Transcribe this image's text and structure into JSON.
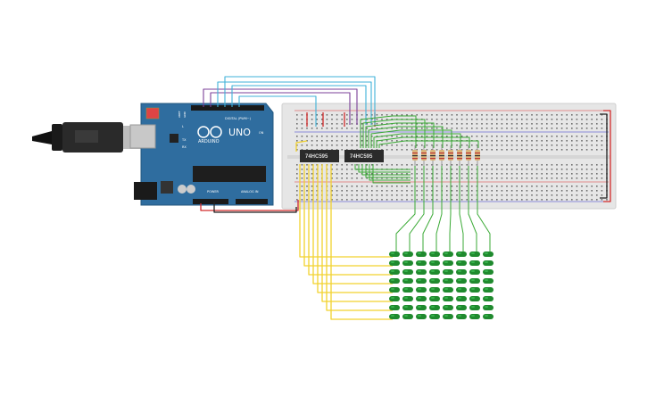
{
  "board": {
    "brand": "ARDUINO",
    "model": "UNO",
    "digital_label": "DIGITAL (PWM~)",
    "power_label": "POWER",
    "analog_label": "ANALOG IN",
    "aref_label": "AREF",
    "gnd_label": "GND",
    "tx_label": "TX",
    "rx_label": "RX",
    "l_label": "L",
    "on_label": "ON"
  },
  "chips": [
    {
      "label": "74HC595"
    },
    {
      "label": "74HC595"
    }
  ],
  "colors": {
    "board": "#2f6d9f",
    "breadboard": "#e6e6e6",
    "wire_yellow": "#f2d22e",
    "wire_green": "#3aaa35",
    "wire_blue": "#3fb2d8",
    "wire_purple": "#7b3f98",
    "wire_red": "#d22b2b",
    "wire_black": "#222222",
    "led": "#1f8a2e",
    "chip": "#2b2b2b"
  },
  "led_matrix": {
    "rows": 8,
    "cols": 8
  },
  "resistors": {
    "count": 8
  }
}
